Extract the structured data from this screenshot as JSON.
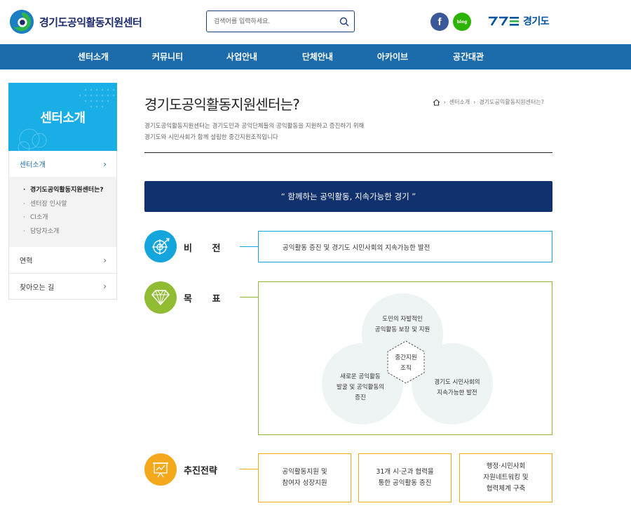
{
  "header": {
    "logo_text": "경기도공익활동지원센터",
    "search_placeholder": "검색어를 입력하세요.",
    "facebook_glyph": "f",
    "blog_glyph": "blog",
    "gyeonggi_logo_text": "경기도"
  },
  "nav": {
    "items": [
      "센터소개",
      "커뮤니티",
      "사업안내",
      "단체안내",
      "아카이브",
      "공간대관"
    ]
  },
  "sidebar": {
    "title": "센터소개",
    "items": [
      {
        "label": "센터소개",
        "active": true
      },
      {
        "label": "연혁",
        "active": false
      },
      {
        "label": "찾아오는 길",
        "active": false
      }
    ],
    "sub_items": [
      {
        "label": "경기도공익활동지원센터는?",
        "active": true
      },
      {
        "label": "센터장 인사말",
        "active": false
      },
      {
        "label": "CI소개",
        "active": false
      },
      {
        "label": "담당자소개",
        "active": false
      }
    ]
  },
  "main": {
    "title": "경기도공익활동지원센터는?",
    "breadcrumb": [
      "센터소개",
      "경기도공익활동지원센터는?"
    ],
    "intro_line1": "경기도공익활동지원센터는 경기도민과 공익단체들의 공익활동을 지원하고 증진하기 위해",
    "intro_line2": "경기도와 시민사회가 함께 설립한 중간지원조직입니다",
    "slogan": "“ 함께하는 공익활동, 지속가능한 경기 ”",
    "vision": {
      "label": "비 전",
      "text": "공익활동 증진 및 경기도 시민사회의 지속가능한 발전"
    },
    "goal": {
      "label": "목 표",
      "top": [
        "도민의 자발적인",
        "공익활동 보장 및 지원"
      ],
      "left": [
        "새로운 공익활동",
        "발굴 및 공익활동의",
        "증진"
      ],
      "right": [
        "경기도 시민사회의",
        "지속가능한 발전"
      ],
      "center": [
        "중간지원",
        "조직"
      ]
    },
    "strategy": {
      "label": "추진전략",
      "items": [
        [
          "공익활동지원 및",
          "참여자 성장지원"
        ],
        [
          "31개 시·군과 협력을",
          "통한 공익활동 증진"
        ],
        [
          "행정·시민사회",
          "자원네트워킹 및",
          "협력체계 구축"
        ]
      ]
    }
  },
  "colors": {
    "nav_blue": "#1c6cab",
    "side_blue": "#19afe6",
    "banner_navy": "#11306e",
    "vision_blue": "#14a5dc",
    "goal_green": "#92bb34",
    "strategy_orange": "#f4a81c"
  },
  "icons": {
    "logo": "swirl-logo-icon",
    "search": "search-icon",
    "home": "home-icon",
    "vision": "target-icon",
    "goal": "diamond-icon",
    "strategy": "presentation-chart-icon"
  }
}
